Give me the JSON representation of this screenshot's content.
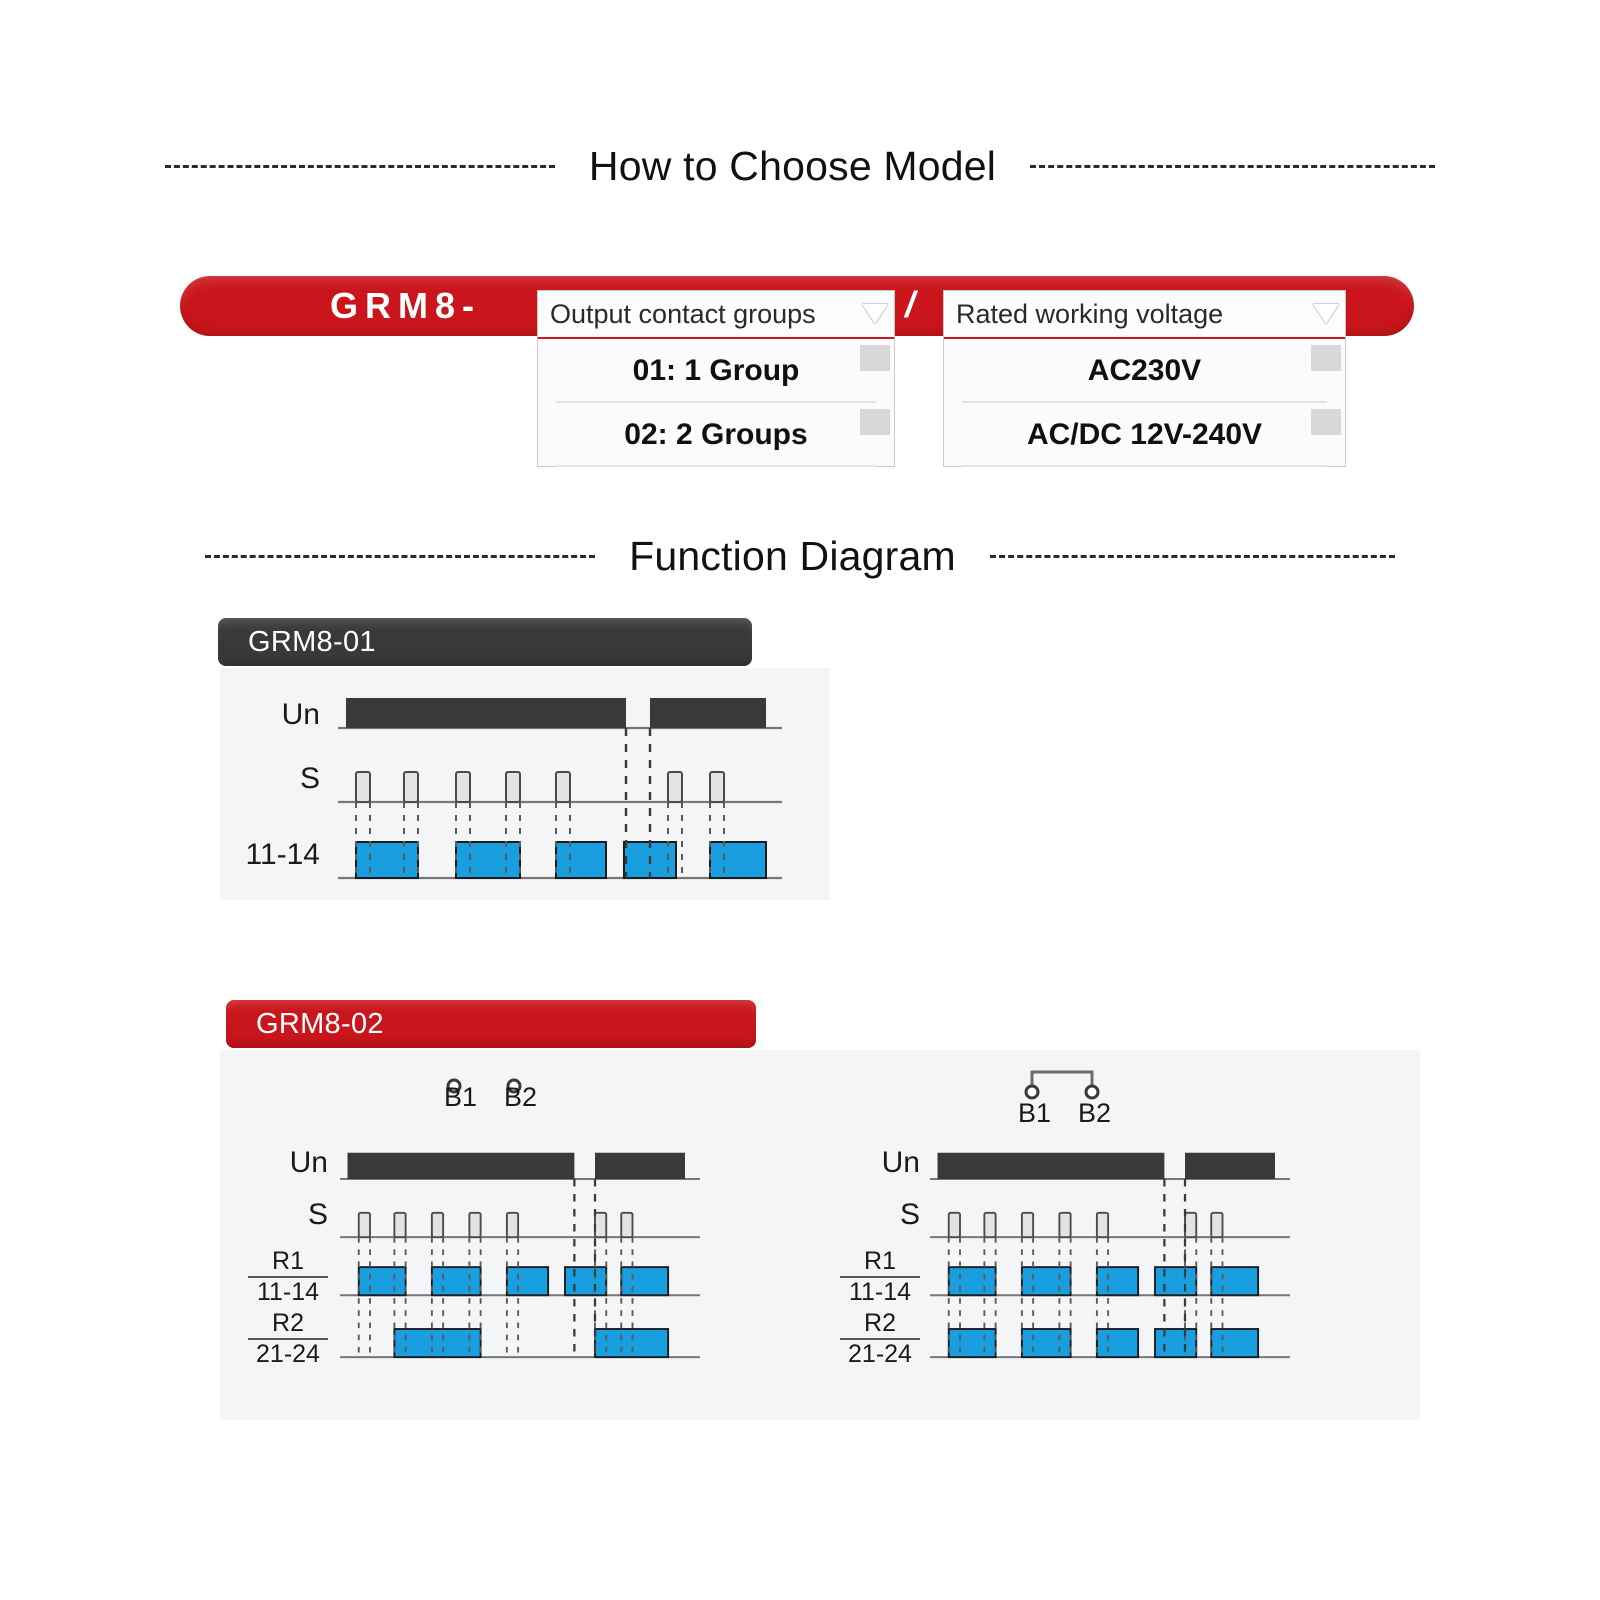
{
  "sections": {
    "choose_model": {
      "title": "How to Choose Model"
    },
    "function_diagram": {
      "title": "Function Diagram"
    }
  },
  "model_chooser": {
    "prefix": "GRM8-",
    "separator": "/",
    "dropdowns": [
      {
        "name": "output-contact-groups",
        "header": "Output contact groups",
        "caret_icon": "chevron-down-icon",
        "options": [
          "01: 1 Group",
          "02: 2 Groups"
        ]
      },
      {
        "name": "rated-working-voltage",
        "header": "Rated working voltage",
        "caret_icon": "chevron-down-icon",
        "options": [
          "AC230V",
          "AC/DC 12V-240V"
        ]
      }
    ]
  },
  "colors": {
    "brand_red": "#c9151b",
    "badge_dark": "#3b3938",
    "signal_blue": "#199fe0",
    "panel_bg": "#f4f5f6",
    "pulse_grey": "#e3e3e3",
    "baseline": "#777777"
  },
  "function_diagrams": [
    {
      "name": "grm8-01",
      "badge_label": "GRM8-01",
      "badge_style": "dark",
      "terminals": null,
      "rows": [
        {
          "label": "Un",
          "type": "power"
        },
        {
          "label": "S",
          "type": "pulse"
        },
        {
          "label": "11-14",
          "type": "output"
        }
      ]
    },
    {
      "name": "grm8-02",
      "badge_label": "GRM8-02",
      "badge_style": "red",
      "variants": [
        {
          "name": "b-open",
          "terminals": {
            "labels": [
              "B1",
              "B2"
            ],
            "bridged": false
          },
          "rows": [
            {
              "label": "Un",
              "type": "power"
            },
            {
              "label": "S",
              "type": "pulse"
            },
            {
              "label_num": "R1",
              "label_den": "11-14",
              "type": "output"
            },
            {
              "label_num": "R2",
              "label_den": "21-24",
              "type": "output"
            }
          ]
        },
        {
          "name": "b-bridged",
          "terminals": {
            "labels": [
              "B1",
              "B2"
            ],
            "bridged": true
          },
          "rows": [
            {
              "label": "Un",
              "type": "power"
            },
            {
              "label": "S",
              "type": "pulse"
            },
            {
              "label_num": "R1",
              "label_den": "11-14",
              "type": "output"
            },
            {
              "label_num": "R2",
              "label_den": "21-24",
              "type": "output"
            }
          ]
        }
      ]
    }
  ],
  "chart_data": [
    {
      "name": "grm8-01-timing",
      "type": "timing",
      "title": "GRM8-01",
      "xlim": [
        0,
        440
      ],
      "series": [
        {
          "name": "Un",
          "style": "dark-block",
          "segments": [
            [
              8,
              288
            ],
            [
              312,
              428
            ]
          ]
        },
        {
          "name": "S",
          "style": "grey-pulse",
          "segments": [
            [
              18,
              32
            ],
            [
              66,
              80
            ],
            [
              118,
              132
            ],
            [
              168,
              182
            ],
            [
              218,
              232
            ],
            [
              330,
              344
            ],
            [
              372,
              386
            ]
          ]
        },
        {
          "name": "11-14",
          "style": "blue-block",
          "segments": [
            [
              18,
              80
            ],
            [
              118,
              182
            ],
            [
              218,
              268
            ],
            [
              286,
              338
            ],
            [
              372,
              428
            ]
          ]
        }
      ],
      "dividers": [
        288,
        312
      ]
    },
    {
      "name": "grm8-02-b-open-timing",
      "type": "timing",
      "title": "GRM8-02 (B1/B2 open)",
      "xlim": [
        0,
        380
      ],
      "series": [
        {
          "name": "Un",
          "style": "dark-block",
          "segments": [
            [
              8,
              250
            ],
            [
              272,
              368
            ]
          ]
        },
        {
          "name": "S",
          "style": "grey-pulse",
          "segments": [
            [
              20,
              32
            ],
            [
              58,
              70
            ],
            [
              98,
              110
            ],
            [
              138,
              150
            ],
            [
              178,
              190
            ],
            [
              272,
              284
            ],
            [
              300,
              312
            ]
          ]
        },
        {
          "name": "R1 11-14",
          "style": "blue-block",
          "segments": [
            [
              20,
              70
            ],
            [
              98,
              150
            ],
            [
              178,
              222
            ],
            [
              240,
              284
            ],
            [
              300,
              350
            ]
          ]
        },
        {
          "name": "R2 21-24",
          "style": "blue-block",
          "segments": [
            [
              58,
              150
            ],
            [
              272,
              350
            ]
          ]
        }
      ],
      "dividers": [
        250,
        272
      ]
    },
    {
      "name": "grm8-02-b-bridged-timing",
      "type": "timing",
      "title": "GRM8-02 (B1/B2 bridged)",
      "xlim": [
        0,
        380
      ],
      "series": [
        {
          "name": "Un",
          "style": "dark-block",
          "segments": [
            [
              8,
              250
            ],
            [
              272,
              368
            ]
          ]
        },
        {
          "name": "S",
          "style": "grey-pulse",
          "segments": [
            [
              20,
              32
            ],
            [
              58,
              70
            ],
            [
              98,
              110
            ],
            [
              138,
              150
            ],
            [
              178,
              190
            ],
            [
              272,
              284
            ],
            [
              300,
              312
            ]
          ]
        },
        {
          "name": "R1 11-14",
          "style": "blue-block",
          "segments": [
            [
              20,
              70
            ],
            [
              98,
              150
            ],
            [
              178,
              222
            ],
            [
              240,
              284
            ],
            [
              300,
              350
            ]
          ]
        },
        {
          "name": "R2 21-24",
          "style": "blue-block",
          "segments": [
            [
              20,
              70
            ],
            [
              98,
              150
            ],
            [
              178,
              222
            ],
            [
              240,
              284
            ],
            [
              300,
              350
            ]
          ]
        }
      ],
      "dividers": [
        250,
        272
      ]
    }
  ]
}
